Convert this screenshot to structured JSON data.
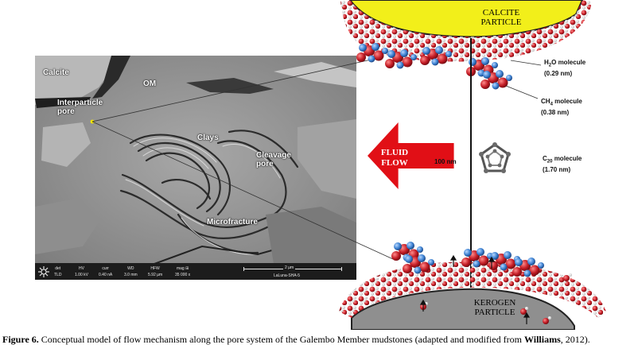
{
  "sem": {
    "labels": {
      "calcite": "Calcite",
      "om": "OM",
      "interparticle_line1": "Interparticle",
      "interparticle_line2": "pore",
      "clays": "Clays",
      "cleavage_line1": "Cleavage",
      "cleavage_line2": "pore",
      "microfracture": "Microfracture"
    },
    "infobar": {
      "columns": [
        {
          "label": "det",
          "value": "TLD"
        },
        {
          "label": "HV",
          "value": "1.00 kV"
        },
        {
          "label": "curr",
          "value": "0.40 nA"
        },
        {
          "label": "WD",
          "value": "3.0 mm"
        },
        {
          "label": "HFW",
          "value": "5.92 µm"
        },
        {
          "label": "mag ⊞",
          "value": "35 000 x"
        }
      ],
      "scale_label": "2 µm",
      "sample_id": "LaLuna-SHA-5"
    }
  },
  "diagram": {
    "calcite_line1": "CALCITE",
    "calcite_line2": "PARTICLE",
    "kerogen_line1": "KEROGEN",
    "kerogen_line2": "PARTICLE",
    "fluid_line1": "FLUID",
    "fluid_line2": "FLOW",
    "distance": "100 nm",
    "h2o_pre": "H",
    "h2o_sub": "2",
    "h2o_post": "O molecule",
    "h2o_size": "(0.29 nm)",
    "ch4_pre": "CH",
    "ch4_sub": "4",
    "ch4_post": " molecule",
    "ch4_size": "(0.38 nm)",
    "c20_pre": "C",
    "c20_sub": "20",
    "c20_post": " molecule",
    "c20_size": "(1.70 nm)"
  },
  "caption": {
    "label": "Figure 6.",
    "text": " Conceptual model of flow mechanism along the pore system of the Galembo Member mudstones (adapted and modified from ",
    "author": "Williams",
    "year": ", 2012)."
  },
  "colors": {
    "calcite_fill": "#f2ef1a",
    "kerogen_fill": "#8f8f8f",
    "arrow_red": "#e10f16",
    "oxygen_red": "#a8141e",
    "carbon_blue": "#3a7fd0",
    "sem_background": "#9a9a9a"
  }
}
